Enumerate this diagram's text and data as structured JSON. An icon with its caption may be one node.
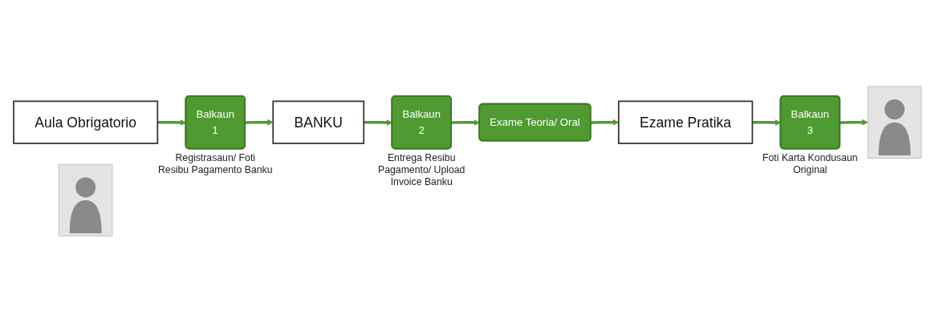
{
  "diagram": {
    "nodes": [
      {
        "text": [
          "Balkaun",
          "2"
        ],
        "beside": [
          "Entrega Resibu Pagamento/ Upload Invoice Banku"
        ]
      },
      {
        "text": [
          "BANKU"
        ]
      },
      {
        "text": [
          "Balkaun",
          "1"
        ],
        "beside": [
          "Registrasaun/ Foti Resibu Pagamento Banku"
        ]
      },
      {
        "text": [
          "Aula Obrigatorio"
        ]
      },
      {
        "text": [],
        "shape": "picture"
      },
      {
        "text": [
          "Exame Teoria/ Oral"
        ]
      },
      {
        "text": [
          "Ezame Pratika"
        ]
      },
      {
        "text": [
          "Balkaun",
          "3"
        ],
        "beside": [
          "Foti Karta Kondusaun Original"
        ]
      },
      {
        "text": [],
        "shape": "picture"
      }
    ],
    "edges": [
      {
        "from": 3,
        "to": 2,
        "arrow": "to"
      },
      {
        "from": 2,
        "to": 1,
        "arrow": "to"
      },
      {
        "from": 1,
        "to": 0,
        "arrow": "to"
      },
      {
        "from": 0,
        "to": 5,
        "arrow": "to"
      },
      {
        "from": 5,
        "to": 6,
        "arrow": "to"
      },
      {
        "from": 6,
        "to": 7,
        "arrow": "to"
      },
      {
        "from": 7,
        "to": 8,
        "arrow": "to"
      }
    ]
  }
}
